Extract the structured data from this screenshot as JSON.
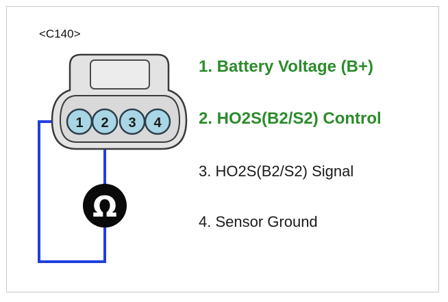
{
  "connector": {
    "label": "<C140>",
    "pins": [
      "1",
      "2",
      "3",
      "4"
    ]
  },
  "meter": {
    "symbol": "Ω",
    "icon": "ohmmeter-icon"
  },
  "pin_descriptions": [
    {
      "text": "1. Battery Voltage (B+)",
      "highlighted": true
    },
    {
      "text": "2. HO2S(B2/S2) Control",
      "highlighted": true
    },
    {
      "text": "3. HO2S(B2/S2) Signal",
      "highlighted": false
    },
    {
      "text": "4. Sensor Ground",
      "highlighted": false
    }
  ],
  "colors": {
    "wire": "#1f3fe0",
    "highlight_text": "#2c8b2c",
    "normal_text": "#1a1a1a",
    "pin_fill": "#a9d6e5",
    "connector_body": "#e2e2e2",
    "meter_fill": "#0a0a0a"
  }
}
